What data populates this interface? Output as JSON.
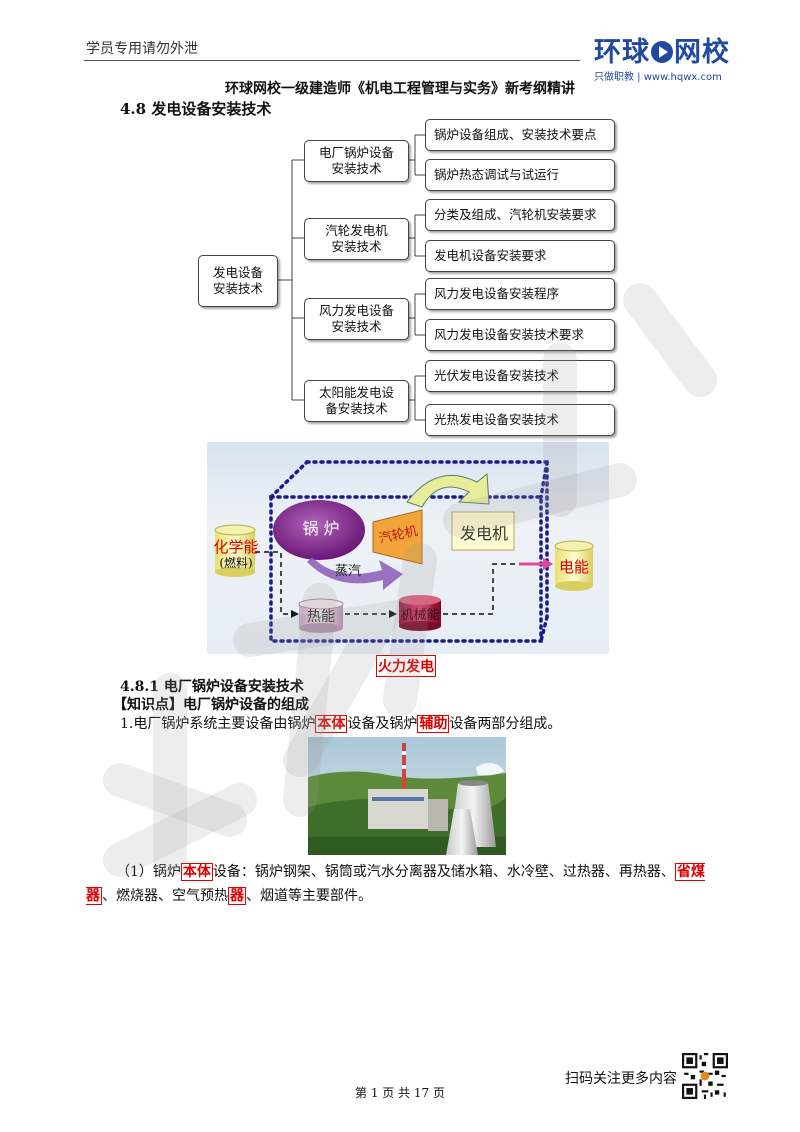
{
  "header": {
    "left_text": "学员专用请勿外泄",
    "logo_text_a": "环球",
    "logo_text_b": "网校",
    "logo_sub": "只做职教 | www.hqwx.com"
  },
  "doc_title": "环球网校一级建造师《机电工程管理与实务》新考纲精讲",
  "section_title": "4.8  发电设备安装技术",
  "mindmap": {
    "root": "发电设备\n安装技术",
    "branches": [
      {
        "label": "电厂锅炉设备\n安装技术",
        "leaves": [
          "锅炉设备组成、安装技术要点",
          "锅炉热态调试与试运行"
        ]
      },
      {
        "label": "汽轮发电机\n安装技术",
        "leaves": [
          "分类及组成、汽轮机安装要求",
          "发电机设备安装要求"
        ]
      },
      {
        "label": "风力发电设备\n安装技术",
        "leaves": [
          "风力发电设备安装程序",
          "风力发电设备安装技术要求"
        ]
      },
      {
        "label": "太阳能发电设\n备安装技术",
        "leaves": [
          "光伏发电设备安装技术",
          "光热发电设备安装技术"
        ]
      }
    ]
  },
  "diagram": {
    "boiler": "锅  炉",
    "turbine": "汽轮机",
    "generator": "发电机",
    "chem_energy": "化学能",
    "fuel": "(燃料)",
    "steam": "蒸汽",
    "heat_energy": "热能",
    "mech_energy": "机械能",
    "electric_energy": "电能",
    "caption": "火力发电",
    "colors": {
      "boiler": "#7a1f86",
      "turbine": "#f0a43a",
      "generator": "#fffbd0",
      "dots": "#1a1a8c",
      "arrow": "#e0469a"
    }
  },
  "section_481": "4.8.1  电厂锅炉设备安装技术",
  "knowledge_point": "【知识点】电厂锅炉设备的组成",
  "para1": {
    "a": "1.电厂锅炉系统主要设备由锅炉",
    "hl1": "本体",
    "b": "设备及锅炉",
    "hl2": "辅助",
    "c": "设备两部分组成。"
  },
  "para2": {
    "a": "（1）锅炉",
    "hl1": "本体",
    "b": "设备：锅炉钢架、锅筒或汽水分离器及储水箱、水冷壁、过热器、再热器、",
    "hl2": "省煤器",
    "c": "、燃烧器、空气预热",
    "hl3": "器",
    "d": "、烟道等主要部件。"
  },
  "footer": {
    "page": "第 1 页 共 17 页",
    "qr_text": "扫码关注更多内容"
  }
}
